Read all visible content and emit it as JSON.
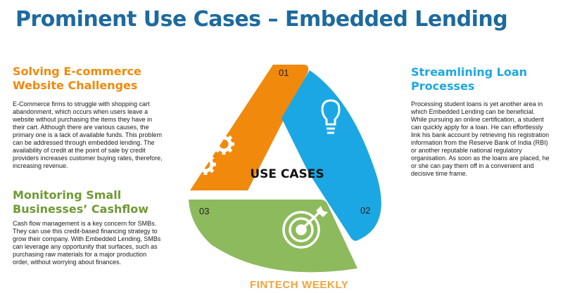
{
  "title": "Prominent Use Cases – Embedded Lending",
  "center_label": "USE CASES",
  "segments": [
    {
      "number": "01",
      "heading": "Solving E-commerce Website Challenges",
      "body": "E-Commerce firms to struggle with shopping cart abandonment, which occurs when users leave a website without purchasing the items they have in their cart. Although there are various causes, the primary one is a lack of available funds. This problem can be addressed through embedded lending. The availability of credit at the point of sale by credit providers increases customer buying rates, therefore, increasing revenue.",
      "color": "#f0890c",
      "icon": "gears-icon"
    },
    {
      "number": "02",
      "heading": "Streamlining Loan Processes",
      "body": "Processing student loans is yet another area in which Embedded Lending can be beneficial. While pursuing an online certification, a student can quickly apply for a loan. He can effortlessly link his bank account by retrieving his registration information from the Reserve Bank of India (RBI) or another reputable national regulatory organisation. As soon as the loans are placed, he or she can pay them off in a convenient and decisive time frame.",
      "color": "#1ba7e3",
      "icon": "lightbulb-icon"
    },
    {
      "number": "03",
      "heading": "Monitoring Small Businesses’ Cashflow",
      "body": "Cash flow management is a key concern for SMBs. They can use this credit-based financing strategy to grow their company. With Embedded Lending, SMBs can leverage any opportunity that surfaces, such as purchasing raw materials for a major production order, without worrying about finances.",
      "color": "#8dba5c",
      "icon": "target-icon"
    }
  ],
  "footer": "FINTECH WEEKLY"
}
